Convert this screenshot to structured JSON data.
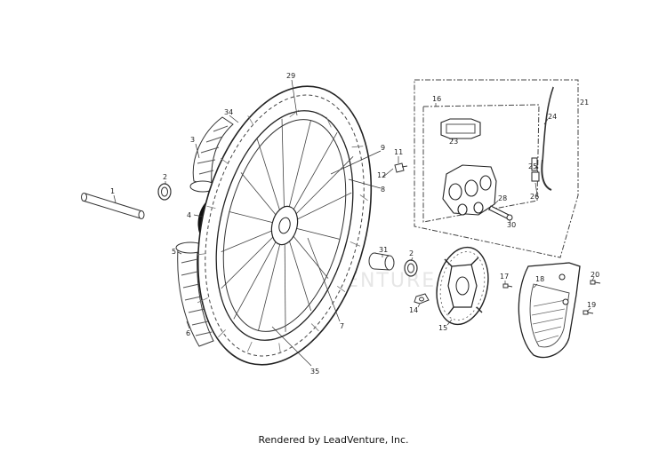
{
  "footer": "Rendered by LeadVenture, Inc.",
  "watermark": "VENTURE",
  "labels": {
    "p1": "1",
    "p2a": "2",
    "p2b": "2",
    "p3": "3",
    "p4": "4",
    "p5": "5",
    "p6": "6",
    "p7": "7",
    "p8": "8",
    "p9": "9",
    "p11": "11",
    "p12": "12",
    "p14": "14",
    "p15": "15",
    "p16": "16",
    "p17": "17",
    "p18": "18",
    "p19": "19",
    "p20": "20",
    "p21": "21",
    "p23": "23",
    "p24": "24",
    "p25": "25",
    "p26": "26",
    "p28": "28",
    "p29": "29",
    "p30": "30",
    "p31": "31",
    "p34": "34",
    "p35": "35"
  }
}
